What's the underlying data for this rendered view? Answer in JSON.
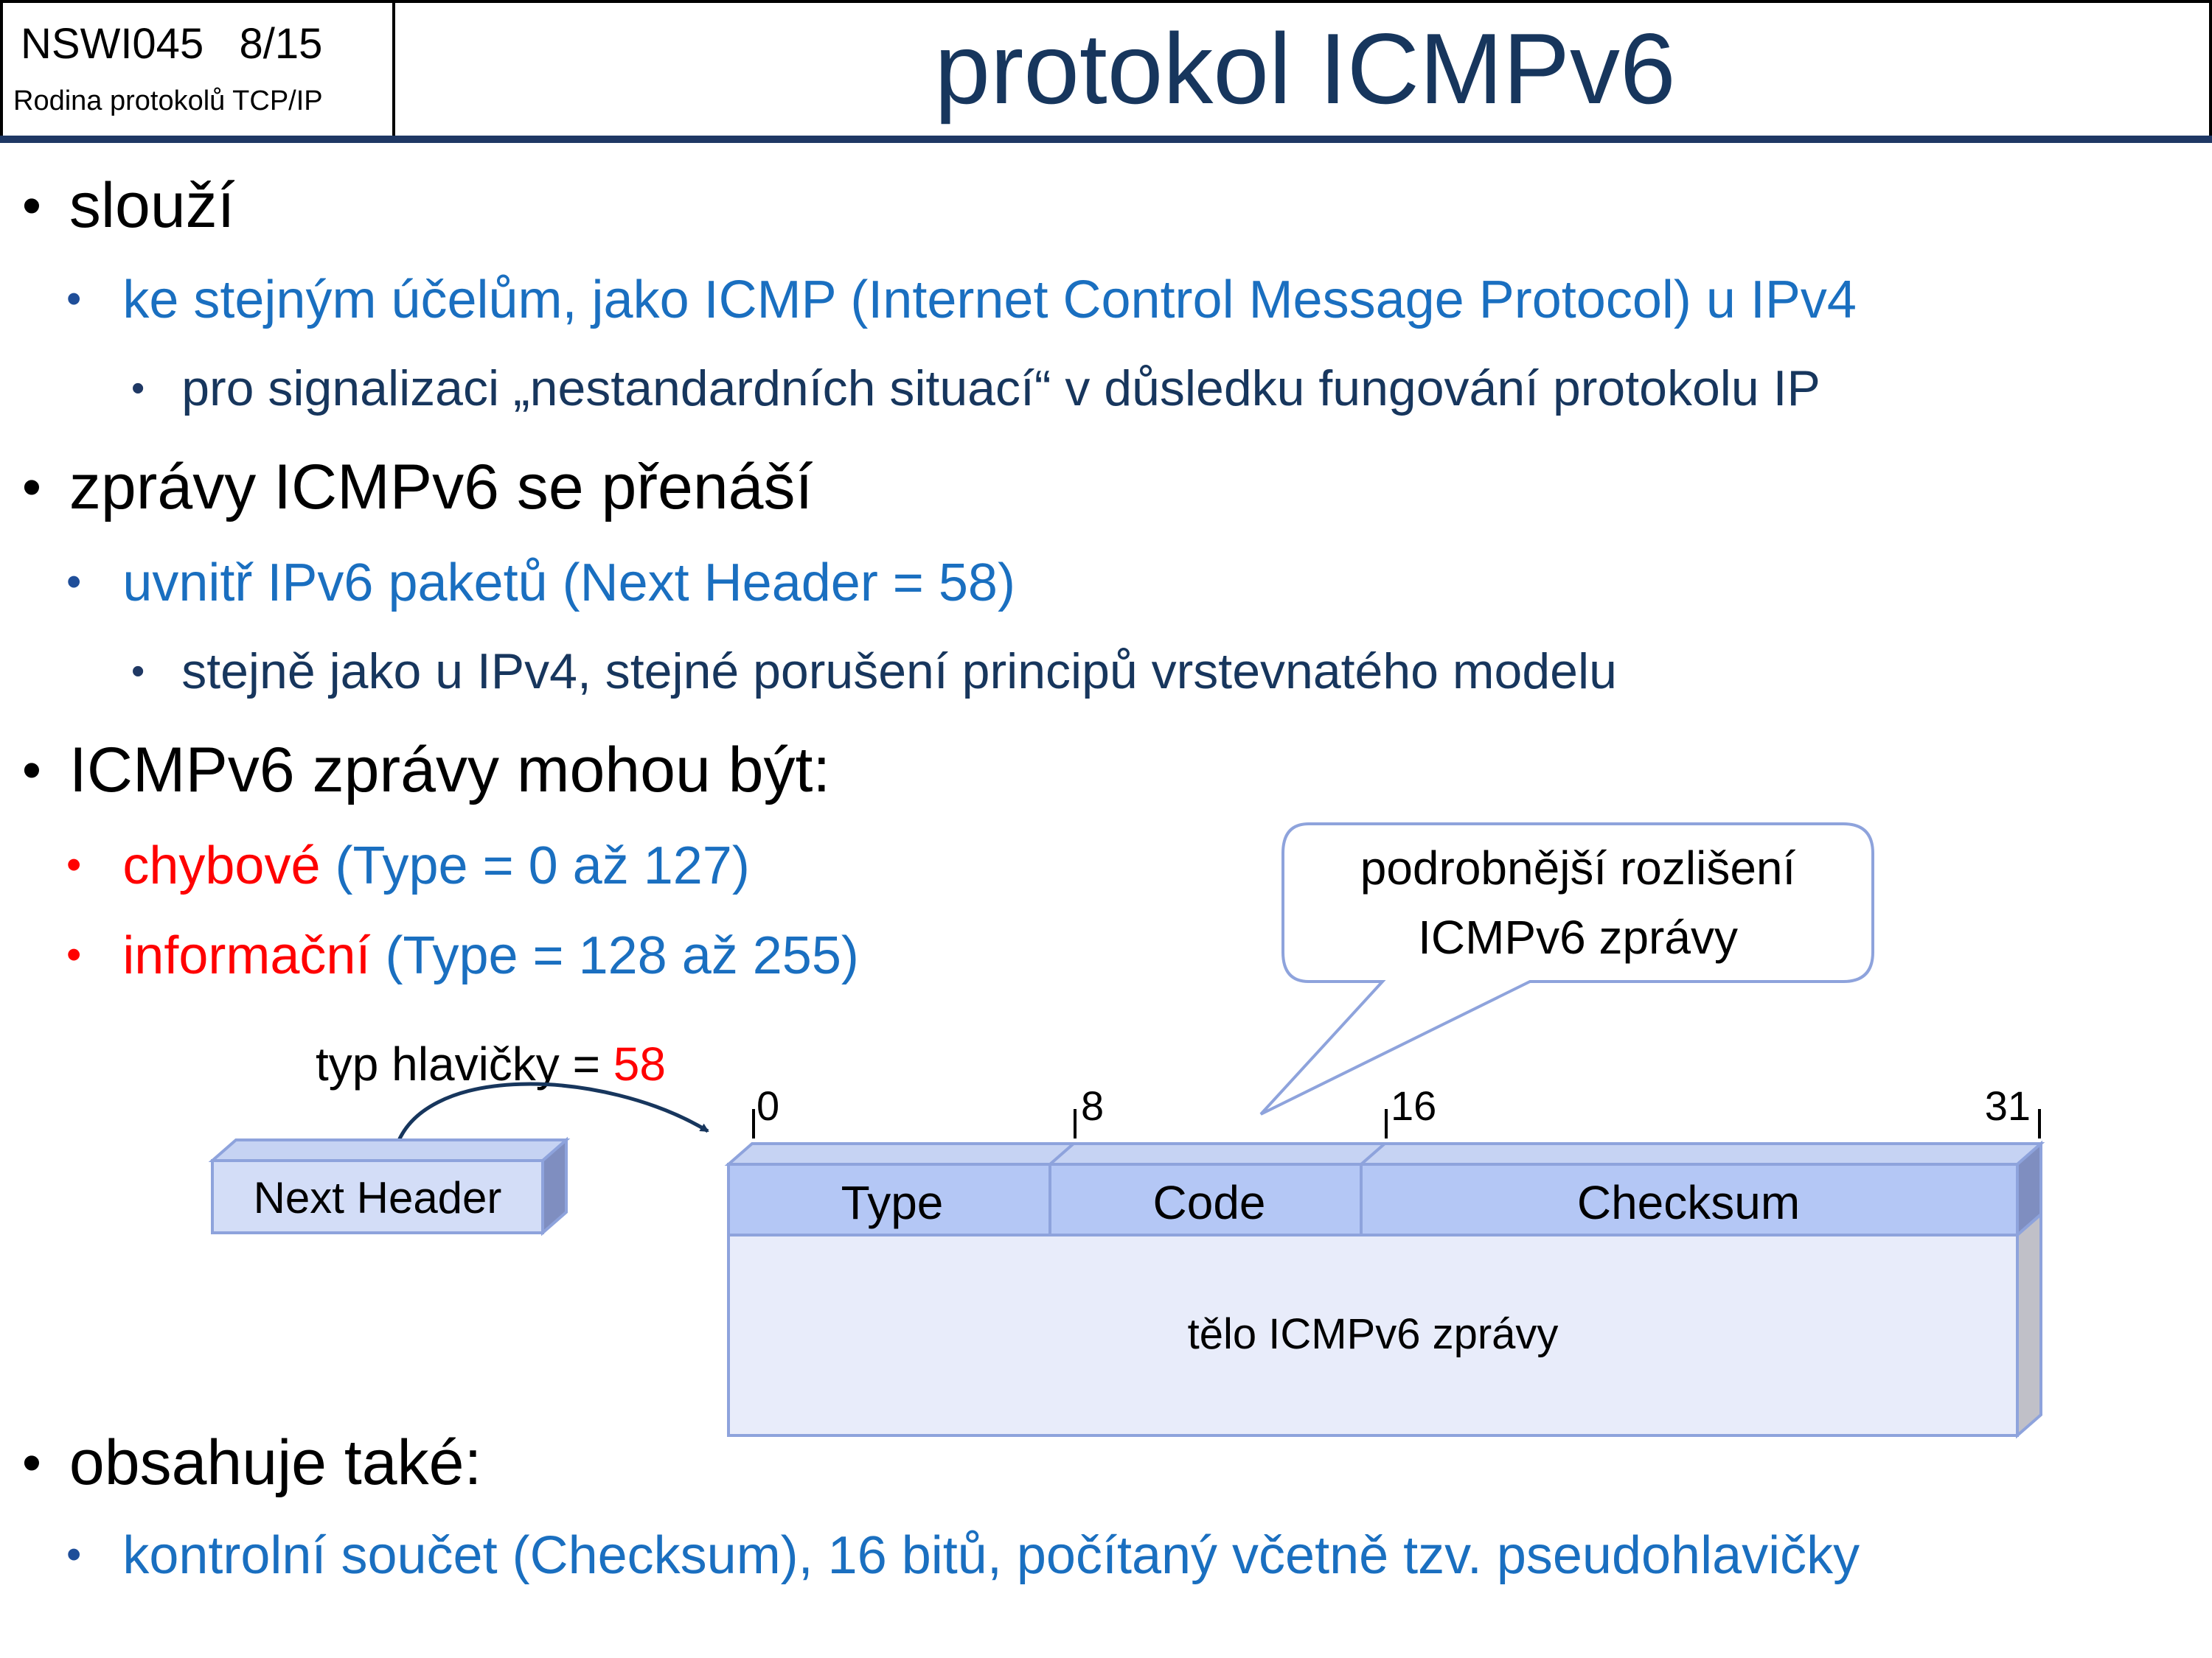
{
  "header": {
    "course_code": "NSWI045   8/15",
    "course_name": "Rodina protokolů TCP/IP",
    "title": "protokol ICMPv6"
  },
  "bullets": {
    "b1": "slouží",
    "b1_1": "ke stejným účelům, jako ICMP (Internet Control Message Protocol) u IPv4",
    "b1_1_1": "pro signalizaci „nestandardních situací“ v důsledku fungování protokolu IP",
    "b2": "zprávy ICMPv6 se přenáší",
    "b2_1": "uvnitř IPv6 paketů (Next Header = 58)",
    "b2_1_1": "stejně jako u IPv4, stejné porušení principů vrstevnatého modelu",
    "b3": "ICMPv6 zprávy mohou být:",
    "b3_1_red": "chybové",
    "b3_1_rest": " (Type = 0 až 127)",
    "b3_2_red": "informační",
    "b3_2_rest": " (Type = 128 až 255)",
    "b4": "obsahuje také:",
    "b4_1": "kontrolní součet (Checksum), 16 bitů, počítaný včetně tzv. pseudohlavičky"
  },
  "diagram": {
    "callout_line1": "podrobnější rozlišení",
    "callout_line2": "ICMPv6 zprávy",
    "next_header_label": "typ hlavičky = ",
    "next_header_value": "58",
    "next_header_box": "Next Header",
    "bit_0": "0",
    "bit_8": "8",
    "bit_16": "16",
    "bit_31": "31",
    "field_type": "Type",
    "field_code": "Code",
    "field_checksum": "Checksum",
    "body": "tělo ICMPv6 zprávy"
  },
  "colors": {
    "title": "#17365d",
    "accent_blue": "#1a6fc0",
    "red": "#ff0000",
    "header_fill": "#b4c7f5",
    "body_fill": "#e8ecfa"
  }
}
